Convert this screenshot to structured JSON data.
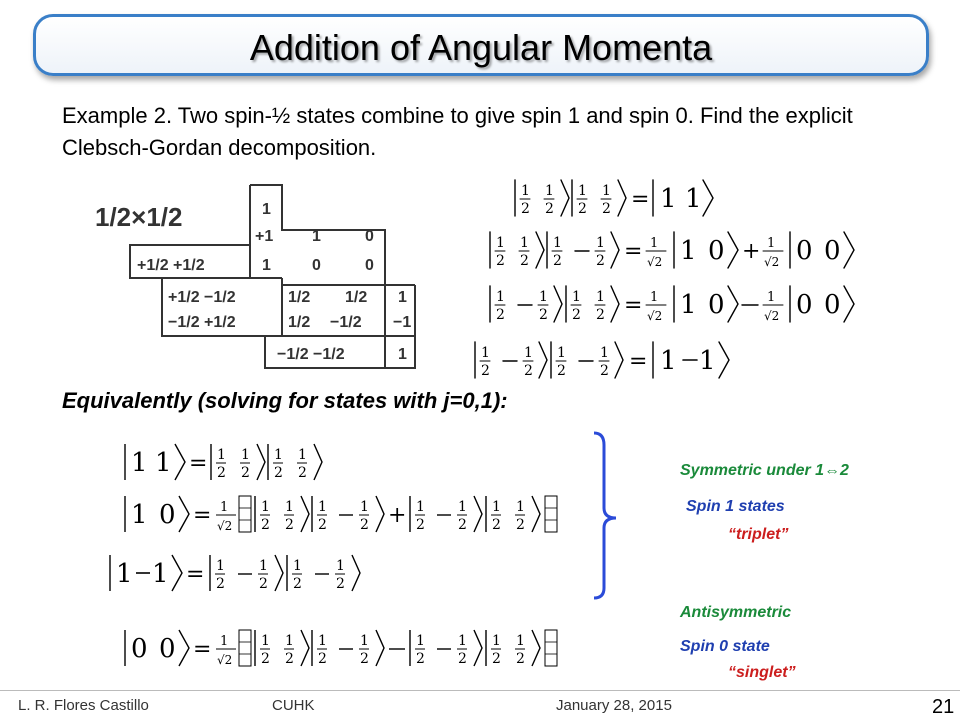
{
  "slide": {
    "title": "Addition of Angular Momenta",
    "intro": "Example 2. Two spin-½ states combine to give spin 1 and spin 0. Find the explicit Clebsch-Gordan decomposition.",
    "equivalently": "Equivalently (solving for states with j=0,1):"
  },
  "cg_table": {
    "header": "1/2×1/2",
    "j_col": [
      "1",
      "+1"
    ],
    "rows": [
      {
        "left": "+1/2 +1/2",
        "vals": [
          "1"
        ]
      },
      {
        "left": "+1/2 −1/2",
        "vals": [
          "1/2",
          "1/2"
        ]
      },
      {
        "left": "−1/2 +1/2",
        "vals": [
          "1/2",
          "−1/2"
        ]
      },
      {
        "left": "−1/2 −1/2",
        "vals": [
          "1"
        ]
      }
    ],
    "jm_labels": [
      "1",
      "0",
      "0",
      "0",
      "1",
      "−1"
    ]
  },
  "labels": {
    "symmetric": "Symmetric under 1⇔2",
    "spin1": "Spin 1 states",
    "triplet": "“triplet”",
    "antisymmetric": "Antisymmetric",
    "spin0": "Spin 0 state",
    "singlet": "“singlet”"
  },
  "footer": {
    "author": "L. R. Flores Castillo",
    "org": "CUHK",
    "date": "January 28, 2015",
    "page": "21"
  },
  "colors": {
    "title_border": "#3a7fc8",
    "symmetric": "#1a8a3a",
    "spin_state": "#1f3fb0",
    "multiplet_name": "#cc1e1e",
    "bracket": "#2b4bd8"
  }
}
